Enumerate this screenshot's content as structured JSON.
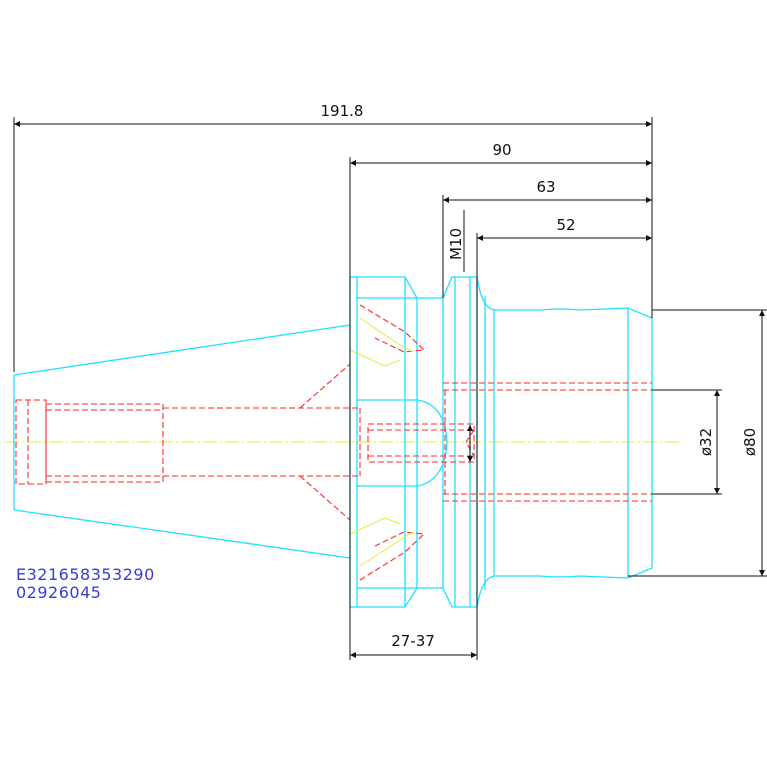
{
  "dimensions": {
    "overall_length": "191.8",
    "length_90": "90",
    "length_63": "63",
    "length_52": "52",
    "thread": "M10",
    "range": "27-37",
    "dia_inner": "ø32",
    "dia_outer": "ø80"
  },
  "code": {
    "line1": "E321658353290",
    "line2": "02926045"
  },
  "colors": {
    "outline": "#22e0ff",
    "hidden": "#ff2a2a",
    "centerline": "#e8e83a",
    "dimension": "#111111",
    "code_text": "#3b3bd6"
  }
}
